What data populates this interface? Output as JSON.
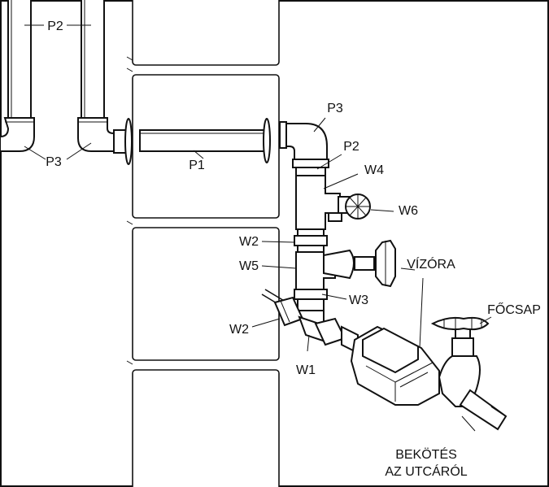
{
  "labels": {
    "p2_top": "P2",
    "p3_left": "P3",
    "p1": "P1",
    "p3_right": "P3",
    "p2_right": "P2",
    "w4": "W4",
    "w6": "W6",
    "w2_upper": "W2",
    "w5": "W5",
    "vizora": "VÍZÓRA",
    "w3": "W3",
    "focsap": "FŐCSAP",
    "w2_lower": "W2",
    "w1": "W1",
    "bekotes_line1": "BEKÖTÉS",
    "bekotes_line2": "AZ UTCÁRÓL"
  }
}
